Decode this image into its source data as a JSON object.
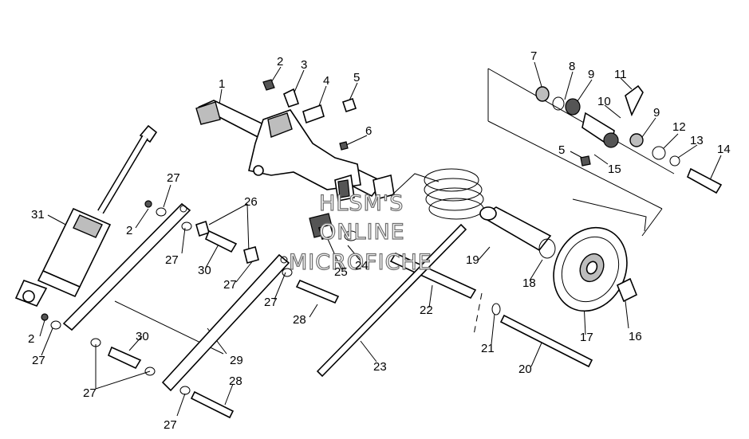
{
  "diagram": {
    "watermark": [
      "HLSM'S",
      "ONLINE",
      "MICROFICHE"
    ],
    "callouts": [
      {
        "id": "c1",
        "label": "1"
      },
      {
        "id": "c2a",
        "label": "2"
      },
      {
        "id": "c3",
        "label": "3"
      },
      {
        "id": "c4",
        "label": "4"
      },
      {
        "id": "c5a",
        "label": "5"
      },
      {
        "id": "c6",
        "label": "6"
      },
      {
        "id": "c7",
        "label": "7"
      },
      {
        "id": "c8",
        "label": "8"
      },
      {
        "id": "c9a",
        "label": "9"
      },
      {
        "id": "c10",
        "label": "10"
      },
      {
        "id": "c11",
        "label": "11"
      },
      {
        "id": "c9b",
        "label": "9"
      },
      {
        "id": "c12",
        "label": "12"
      },
      {
        "id": "c13",
        "label": "13"
      },
      {
        "id": "c14",
        "label": "14"
      },
      {
        "id": "c5b",
        "label": "5"
      },
      {
        "id": "c15",
        "label": "15"
      },
      {
        "id": "c27a",
        "label": "27"
      },
      {
        "id": "c26",
        "label": "26"
      },
      {
        "id": "c31",
        "label": "31"
      },
      {
        "id": "c2b",
        "label": "2"
      },
      {
        "id": "c27b",
        "label": "27"
      },
      {
        "id": "c30a",
        "label": "30"
      },
      {
        "id": "c27c",
        "label": "27"
      },
      {
        "id": "c25",
        "label": "25"
      },
      {
        "id": "c24",
        "label": "24"
      },
      {
        "id": "c19",
        "label": "19"
      },
      {
        "id": "c18",
        "label": "18"
      },
      {
        "id": "c27d",
        "label": "27"
      },
      {
        "id": "c28a",
        "label": "28"
      },
      {
        "id": "c22",
        "label": "22"
      },
      {
        "id": "c2c",
        "label": "2"
      },
      {
        "id": "c27e",
        "label": "27"
      },
      {
        "id": "c30b",
        "label": "30"
      },
      {
        "id": "c29",
        "label": "29"
      },
      {
        "id": "c23",
        "label": "23"
      },
      {
        "id": "c21",
        "label": "21"
      },
      {
        "id": "c17",
        "label": "17"
      },
      {
        "id": "c16",
        "label": "16"
      },
      {
        "id": "c20",
        "label": "20"
      },
      {
        "id": "c27f",
        "label": "27"
      },
      {
        "id": "c28b",
        "label": "28"
      },
      {
        "id": "c27g",
        "label": "27"
      }
    ]
  }
}
